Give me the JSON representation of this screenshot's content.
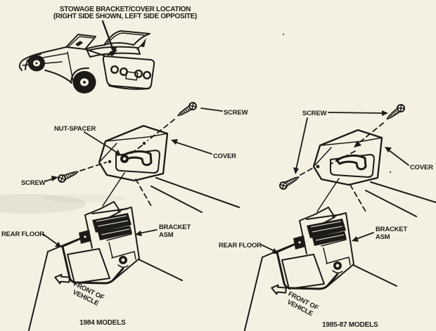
{
  "title": {
    "line1": "STOWAGE BRACKET/COVER LOCATION",
    "line2": "(RIGHT SIDE SHOWN, LEFT SIDE OPPOSITE)"
  },
  "colors": {
    "paper": "#f4f1e3",
    "ink": "#1d1b17"
  },
  "left_diagram": {
    "caption": "1984 MODELS",
    "nut_spacer_label": "NUT-SPACER",
    "screw_top_label": "SCREW",
    "screw_side_label": "SCREW",
    "cover_label": "COVER",
    "rear_floor_label": "REAR FLOOR",
    "bracket_label_line1": "BRACKET",
    "bracket_label_line2": "ASM",
    "front_label_line1": "FRONT OF",
    "front_label_line2": "VEHICLE"
  },
  "right_diagram": {
    "caption": "1985-87 MODELS",
    "screw_label": "SCREW",
    "cover_label": "COVER",
    "rear_floor_label": "REAR FLOOR",
    "bracket_label_line1": "BRACKET",
    "bracket_label_line2": "ASM",
    "front_label_line1": "FRONT OF",
    "front_label_line2": "VEHICLE"
  }
}
